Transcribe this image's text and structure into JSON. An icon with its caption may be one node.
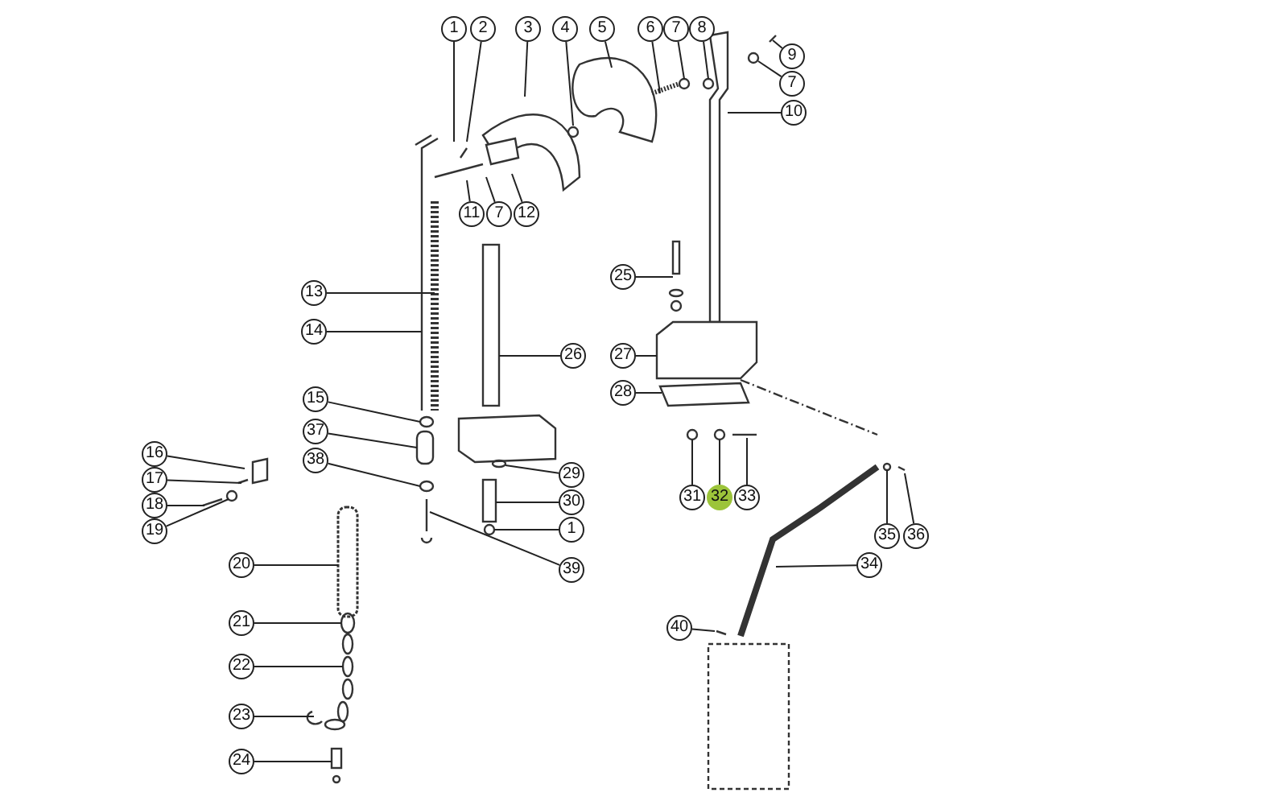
{
  "diagram": {
    "nodes": [
      {
        "text": [
          "1"
        ]
      },
      {
        "text": [
          "2"
        ]
      },
      {
        "text": [
          "3"
        ]
      },
      {
        "text": [
          "4"
        ]
      },
      {
        "text": [
          "5"
        ]
      },
      {
        "text": [
          "6"
        ]
      },
      {
        "text": [
          "7"
        ]
      },
      {
        "text": [
          "8"
        ]
      },
      {
        "text": [
          "9"
        ]
      },
      {
        "text": [
          "7"
        ]
      },
      {
        "text": [
          "10"
        ]
      },
      {
        "text": [
          "11"
        ]
      },
      {
        "text": [
          "7"
        ]
      },
      {
        "text": [
          "12"
        ]
      },
      {
        "text": [
          "25"
        ]
      },
      {
        "text": [
          "13"
        ]
      },
      {
        "text": [
          "14"
        ]
      },
      {
        "text": [
          "26"
        ]
      },
      {
        "text": [
          "27"
        ]
      },
      {
        "text": [
          "15"
        ]
      },
      {
        "text": [
          "28"
        ]
      },
      {
        "text": [
          "37"
        ]
      },
      {
        "text": [
          "16"
        ]
      },
      {
        "text": [
          "38"
        ]
      },
      {
        "text": [
          "29"
        ]
      },
      {
        "text": [
          "17"
        ]
      },
      {
        "text": [
          "18"
        ]
      },
      {
        "text": [
          "30"
        ]
      },
      {
        "text": [
          "31"
        ]
      },
      {
        "text": [
          "32"
        ]
      },
      {
        "text": [
          "33"
        ]
      },
      {
        "text": [
          "19"
        ]
      },
      {
        "text": [
          "1"
        ]
      },
      {
        "text": [
          "35"
        ]
      },
      {
        "text": [
          "36"
        ]
      },
      {
        "text": [
          "20"
        ]
      },
      {
        "text": [
          "34"
        ]
      },
      {
        "text": [
          "39"
        ]
      },
      {
        "text": [
          "21"
        ]
      },
      {
        "text": [
          "40"
        ]
      },
      {
        "text": [
          "22"
        ]
      },
      {
        "text": [
          "23"
        ]
      },
      {
        "text": [
          "24"
        ]
      }
    ],
    "edges": [
      {
        "from": 0,
        "to": null,
        "arrow": "none"
      },
      {
        "from": 1,
        "to": null,
        "arrow": "none"
      },
      {
        "from": 2,
        "to": null,
        "arrow": "none"
      },
      {
        "from": 3,
        "to": null,
        "arrow": "none"
      },
      {
        "from": 4,
        "to": null,
        "arrow": "none"
      },
      {
        "from": 5,
        "to": null,
        "arrow": "none"
      },
      {
        "from": 6,
        "to": null,
        "arrow": "none"
      },
      {
        "from": 7,
        "to": null,
        "arrow": "none"
      },
      {
        "from": 8,
        "to": null,
        "arrow": "none"
      },
      {
        "from": 9,
        "to": null,
        "arrow": "none"
      },
      {
        "from": 10,
        "to": null,
        "arrow": "none"
      },
      {
        "from": 11,
        "to": null,
        "arrow": "none"
      },
      {
        "from": 12,
        "to": null,
        "arrow": "none"
      },
      {
        "from": 13,
        "to": null,
        "arrow": "none"
      },
      {
        "from": 14,
        "to": null,
        "arrow": "none"
      },
      {
        "from": 15,
        "to": null,
        "arrow": "none"
      },
      {
        "from": 16,
        "to": null,
        "arrow": "none"
      },
      {
        "from": 17,
        "to": null,
        "arrow": "none"
      },
      {
        "from": 18,
        "to": null,
        "arrow": "none"
      },
      {
        "from": 19,
        "to": null,
        "arrow": "none"
      },
      {
        "from": 20,
        "to": null,
        "arrow": "none"
      },
      {
        "from": 21,
        "to": null,
        "arrow": "none"
      },
      {
        "from": 22,
        "to": null,
        "arrow": "none"
      },
      {
        "from": 23,
        "to": null,
        "arrow": "none"
      },
      {
        "from": 24,
        "to": null,
        "arrow": "none"
      },
      {
        "from": 25,
        "to": null,
        "arrow": "none"
      },
      {
        "from": 26,
        "to": null,
        "arrow": "none"
      },
      {
        "from": 27,
        "to": null,
        "arrow": "none"
      },
      {
        "from": 28,
        "to": null,
        "arrow": "none"
      },
      {
        "from": 29,
        "to": null,
        "arrow": "none"
      },
      {
        "from": 30,
        "to": null,
        "arrow": "none"
      },
      {
        "from": 31,
        "to": null,
        "arrow": "none"
      },
      {
        "from": 32,
        "to": null,
        "arrow": "none"
      },
      {
        "from": 33,
        "to": null,
        "arrow": "none"
      },
      {
        "from": 34,
        "to": null,
        "arrow": "none"
      },
      {
        "from": 35,
        "to": null,
        "arrow": "none"
      },
      {
        "from": 36,
        "to": null,
        "arrow": "none"
      },
      {
        "from": 37,
        "to": null,
        "arrow": "none"
      },
      {
        "from": 38,
        "to": null,
        "arrow": "none"
      },
      {
        "from": 39,
        "to": null,
        "arrow": "none"
      },
      {
        "from": 40,
        "to": null,
        "arrow": "none"
      },
      {
        "from": 41,
        "to": null,
        "arrow": "none"
      },
      {
        "from": 42,
        "to": null,
        "arrow": "none"
      }
    ]
  }
}
